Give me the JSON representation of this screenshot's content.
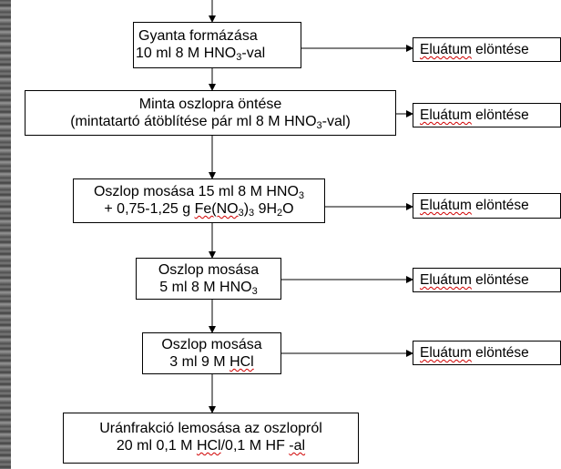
{
  "steps": [
    {
      "line1": "Gyanta formázása",
      "line2_pre": "10 ml 8 M HNO",
      "line2_sub": "3",
      "line2_post": "-val"
    },
    {
      "line1": "Minta oszlopra öntése",
      "line2_pre": "(mintatartó átöblítése pár ml 8 M HNO",
      "line2_sub": "3",
      "line2_post": "-val)"
    },
    {
      "line1_pre": "Oszlop mosása 15 ml 8 M HNO",
      "line1_sub": "3",
      "line2_pre": "+ 0,75-1,25 g ",
      "line2_fe": "Fe(NO",
      "line2_sub1": "3",
      "line2_mid": ")",
      "line2_sub2": "3",
      "line2_post": " 9H",
      "line2_sub3": "2",
      "line2_end": "O"
    },
    {
      "line1": "Oszlop mosása",
      "line2_pre": "5 ml 8 M HNO",
      "line2_sub": "3"
    },
    {
      "line1": "Oszlop mosása",
      "line2_pre": "3 ml 9 M ",
      "line2_hcl": "HCl"
    },
    {
      "line1": "Uránfrakció lemosása az oszlopról",
      "line2_pre": "20 ml 0,1 M ",
      "line2_hcl": "HCl",
      "line2_mid": "/0,1 M HF ",
      "line2_al": "-al"
    }
  ],
  "eluate": {
    "word1": "Eluátum",
    "word2": " elöntése"
  }
}
